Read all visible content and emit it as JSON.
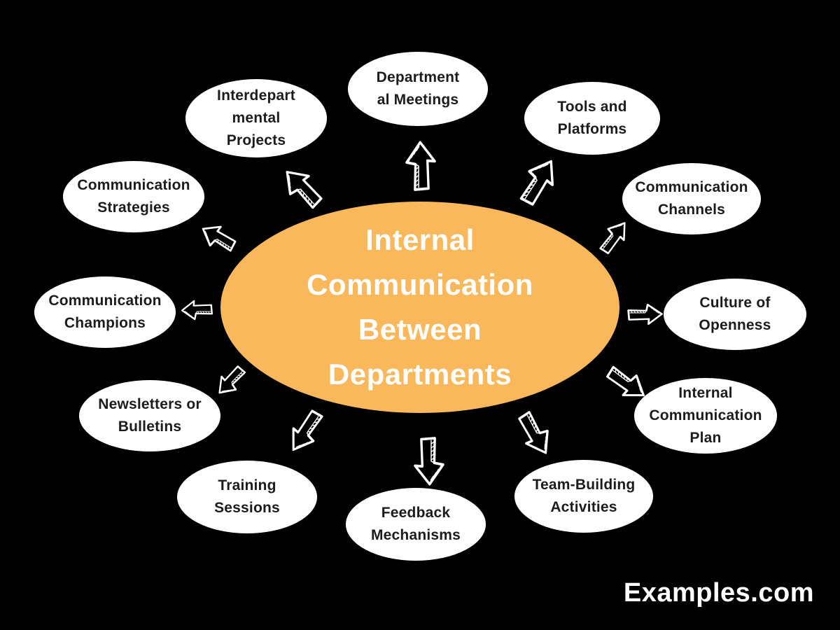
{
  "background_color": "#000000",
  "arrow_color": "#FFFFFF",
  "icons": {
    "connector_arrow": "hand-drawn-block-arrow-icon"
  },
  "center": {
    "label_lines": [
      "Internal",
      "Communication",
      "Between",
      "Departments"
    ],
    "fill_color": "#F9B85C",
    "text_color": "#FFFFFF"
  },
  "node_style": {
    "fill_color": "#FFFFFF",
    "text_color": "#1C1C1C"
  },
  "nodes": [
    {
      "id": "departmental-meetings",
      "label_lines": [
        "Department",
        "al Meetings"
      ]
    },
    {
      "id": "tools-and-platforms",
      "label_lines": [
        "Tools and",
        "Platforms"
      ]
    },
    {
      "id": "communication-channels",
      "label_lines": [
        "Communication",
        "Channels"
      ]
    },
    {
      "id": "culture-of-openness",
      "label_lines": [
        "Culture of",
        "Openness"
      ]
    },
    {
      "id": "internal-communication-plan",
      "label_lines": [
        "Internal",
        "Communication",
        "Plan"
      ]
    },
    {
      "id": "team-building-activities",
      "label_lines": [
        "Team-Building",
        "Activities"
      ]
    },
    {
      "id": "feedback-mechanisms",
      "label_lines": [
        "Feedback",
        "Mechanisms"
      ]
    },
    {
      "id": "training-sessions",
      "label_lines": [
        "Training",
        "Sessions"
      ]
    },
    {
      "id": "newsletters-or-bulletins",
      "label_lines": [
        "Newsletters or",
        "Bulletins"
      ]
    },
    {
      "id": "communication-champions",
      "label_lines": [
        "Communication",
        "Champions"
      ]
    },
    {
      "id": "communication-strategies",
      "label_lines": [
        "Communication",
        "Strategies"
      ]
    },
    {
      "id": "interdepartmental-projects",
      "label_lines": [
        "Interdepart",
        "mental",
        "Projects"
      ]
    }
  ],
  "watermark": "Examples.com"
}
